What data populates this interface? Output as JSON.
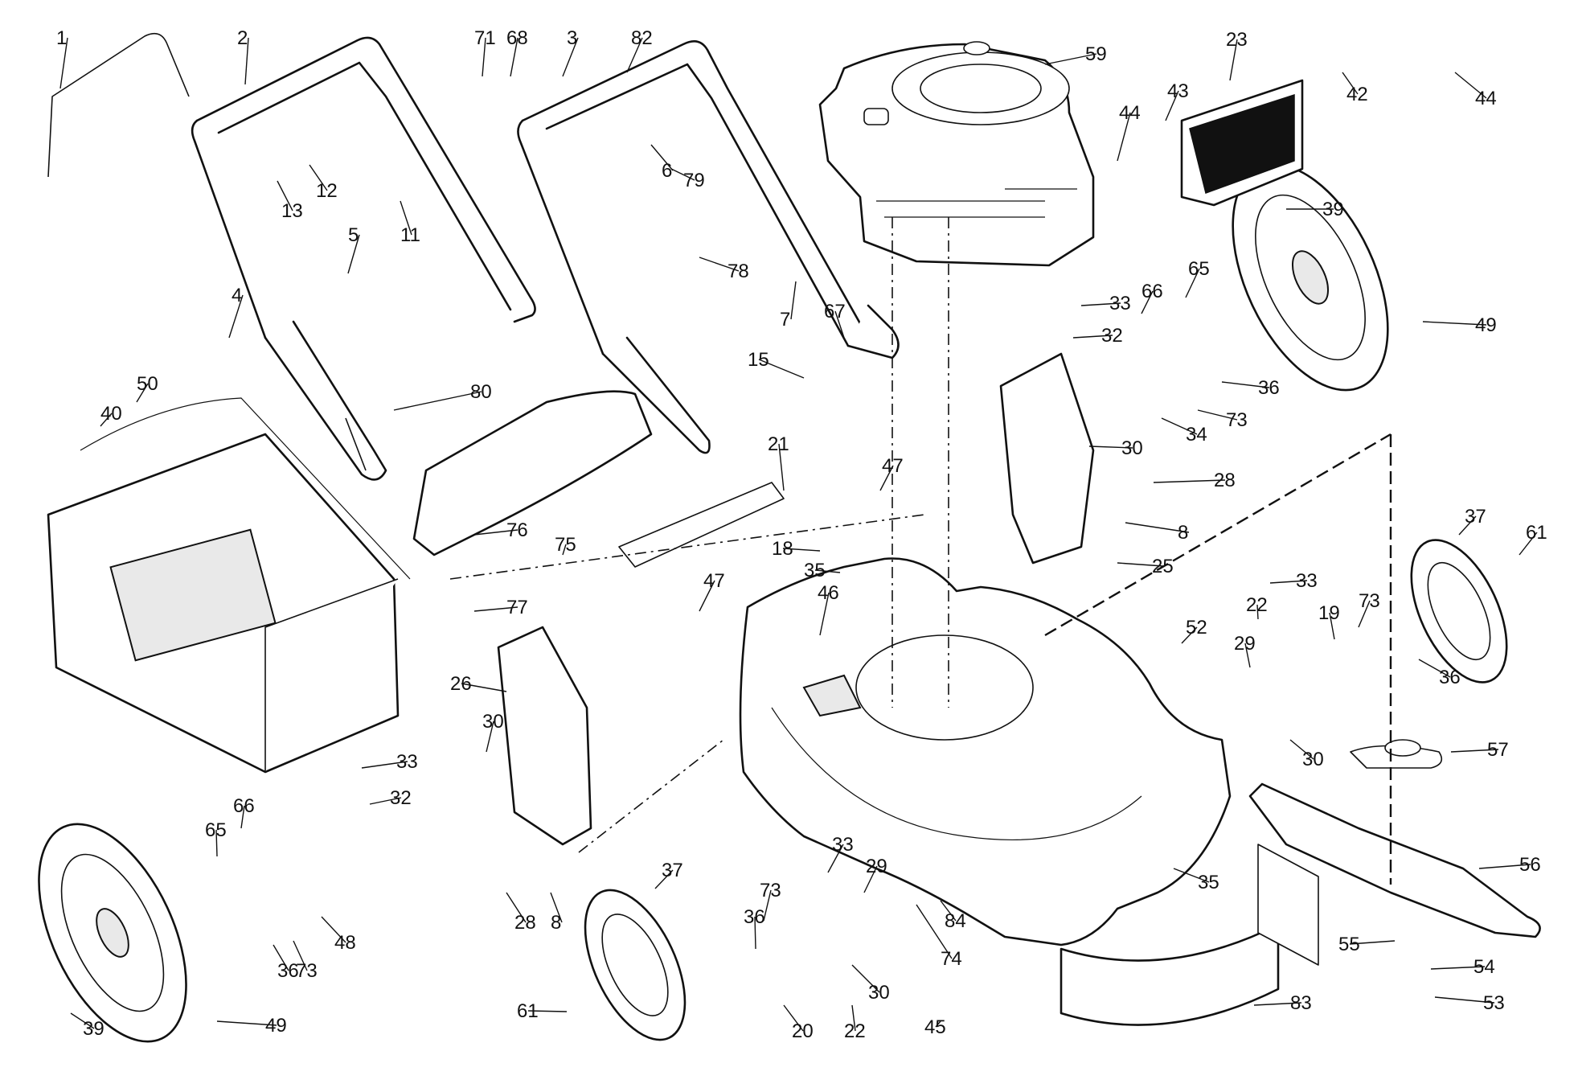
{
  "labels": {
    "p1": "1",
    "p2": "2",
    "p3": "3",
    "p4": "4",
    "p5": "5",
    "p6": "6",
    "p7": "7",
    "p8a": "8",
    "p8b": "8",
    "p11": "11",
    "p12": "12",
    "p13": "13",
    "p15": "15",
    "p18": "18",
    "p19": "19",
    "p20": "20",
    "p21": "21",
    "p22a": "22",
    "p22b": "22",
    "p23": "23",
    "p25": "25",
    "p26": "26",
    "p28a": "28",
    "p28b": "28",
    "p29a": "29",
    "p29b": "29",
    "p30a": "30",
    "p30b": "30",
    "p30c": "30",
    "p30d": "30",
    "p32a": "32",
    "p32b": "32",
    "p33a": "33",
    "p33b": "33",
    "p33c": "33",
    "p33d": "33",
    "p34": "34",
    "p35a": "35",
    "p35b": "35",
    "p36a": "36",
    "p36b": "36",
    "p36c": "36",
    "p36d": "36",
    "p37a": "37",
    "p37b": "37",
    "p39a": "39",
    "p39b": "39",
    "p40": "40",
    "p42": "42",
    "p43": "43",
    "p44a": "44",
    "p44b": "44",
    "p45": "45",
    "p46": "46",
    "p47a": "47",
    "p47b": "47",
    "p48": "48",
    "p49a": "49",
    "p49b": "49",
    "p50": "50",
    "p52": "52",
    "p53": "53",
    "p54": "54",
    "p55": "55",
    "p56": "56",
    "p57": "57",
    "p59": "59",
    "p61a": "61",
    "p61b": "61",
    "p65a": "65",
    "p65b": "65",
    "p66a": "66",
    "p66b": "66",
    "p67": "67",
    "p68": "68",
    "p71": "71",
    "p73a": "73",
    "p73b": "73",
    "p73c": "73",
    "p73d": "73",
    "p74": "74",
    "p75": "75",
    "p76": "76",
    "p77": "77",
    "p78": "78",
    "p79": "79",
    "p80": "80",
    "p82": "82",
    "p83": "83",
    "p84": "84"
  },
  "colors": {
    "ink": "#111111",
    "paper": "#ffffff",
    "shade": "#e9e9e9"
  }
}
